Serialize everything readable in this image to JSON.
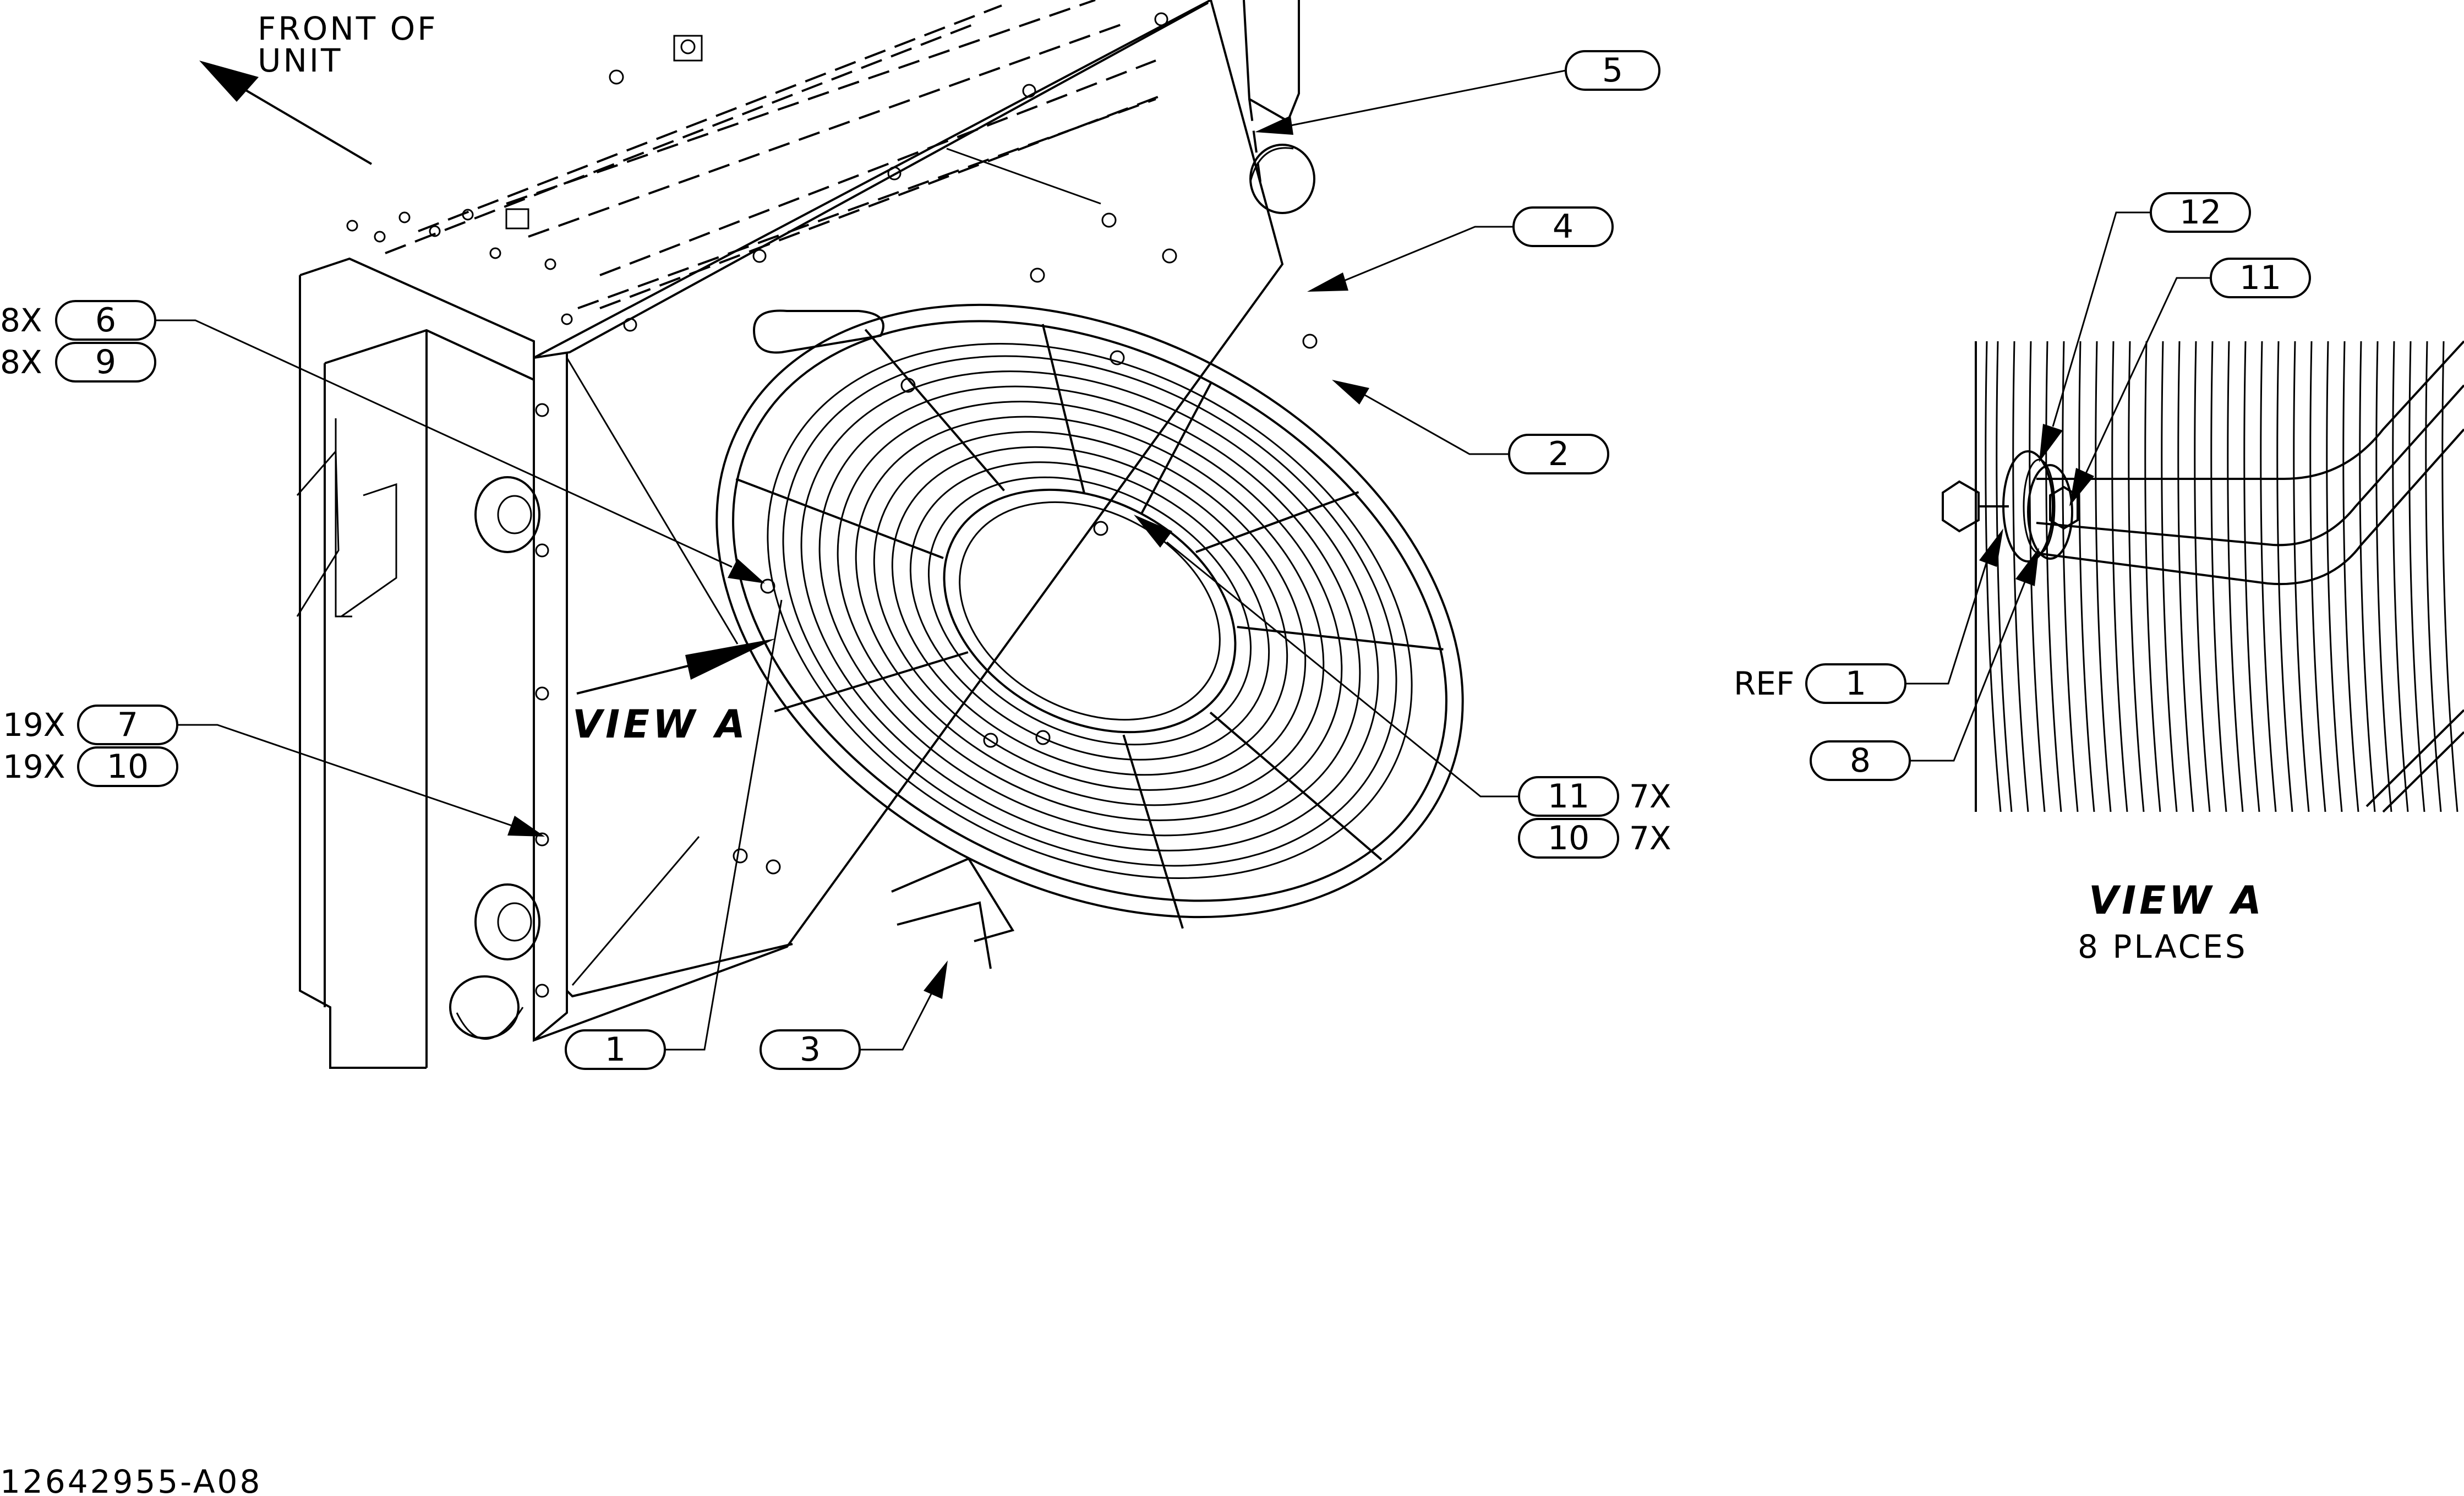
{
  "header": {
    "front_of_unit_line1": "FRONT OF",
    "front_of_unit_line2": "UNIT"
  },
  "callouts": {
    "c1": "1",
    "c2": "2",
    "c3": "3",
    "c4": "4",
    "c5": "5",
    "c6": "6",
    "c7": "7",
    "c9": "9",
    "c10a": "10",
    "c10b": "10",
    "c11a": "11",
    "c11b": "11",
    "c12": "12",
    "c8": "8",
    "cref1": "1"
  },
  "quantities": {
    "q6": "8X",
    "q9": "8X",
    "q7": "19X",
    "q10a": "19X",
    "q11": "7X",
    "q10b": "7X",
    "ref": "REF"
  },
  "labels": {
    "view_a_main": "VIEW A",
    "view_a_detail": "VIEW A",
    "places": "8 PLACES"
  },
  "footer": {
    "drawing_number": "12642955-A08"
  }
}
